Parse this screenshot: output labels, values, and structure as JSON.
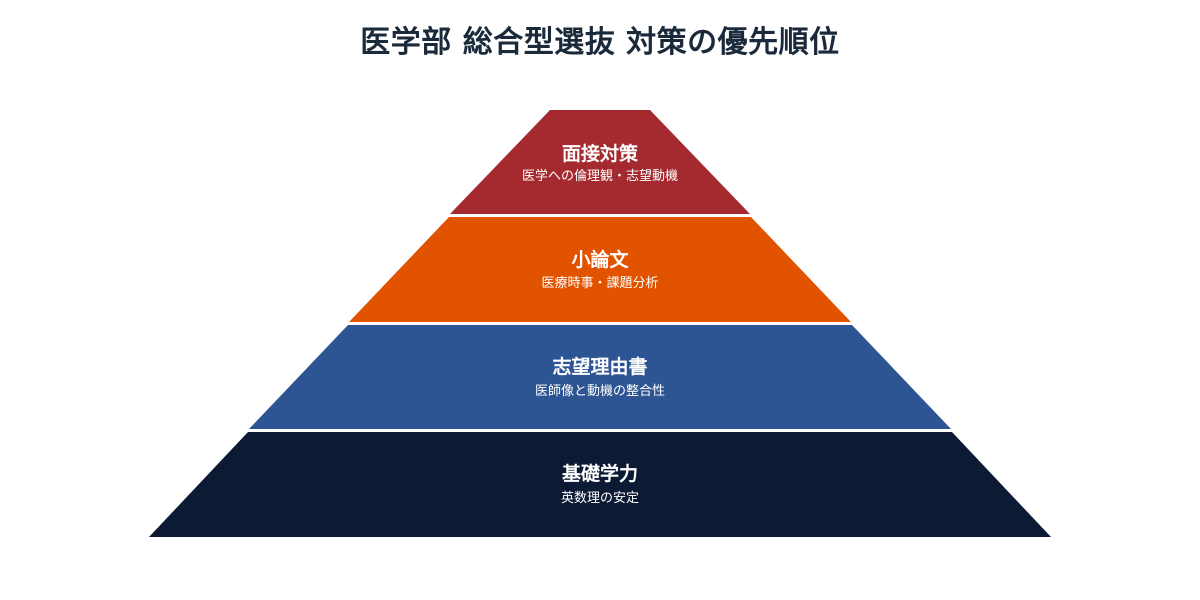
{
  "title": "医学部 総合型選抜 対策の優先順位",
  "pyramid": {
    "layers": [
      {
        "label": "面接対策",
        "sub": "医学への倫理観・志望動機",
        "color": "#a52a2f"
      },
      {
        "label": "小論文",
        "sub": "医療時事・課題分析",
        "color": "#e25300"
      },
      {
        "label": "志望理由書",
        "sub": "医師像と動機の整合性",
        "color": "#2e5593"
      },
      {
        "label": "基礎学力",
        "sub": "英数理の安定",
        "color": "#0c1a33"
      }
    ]
  }
}
